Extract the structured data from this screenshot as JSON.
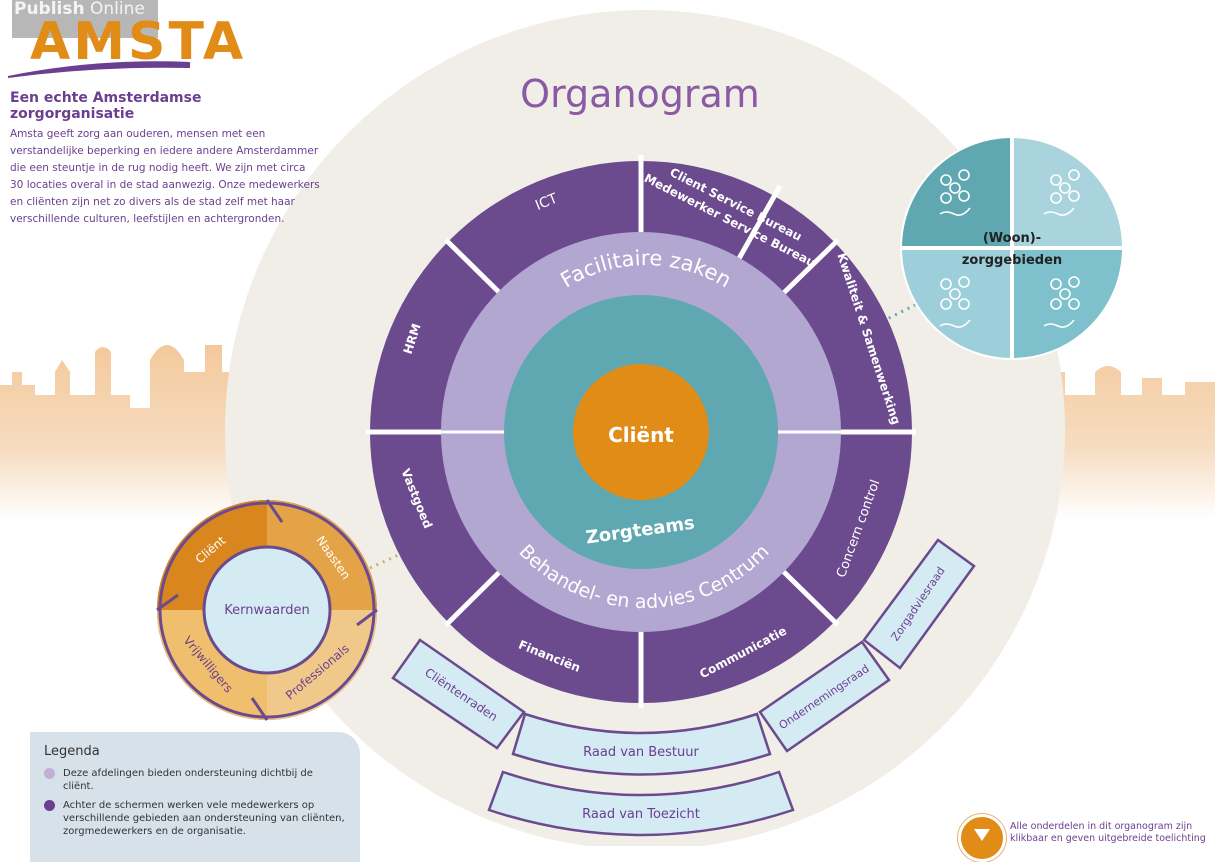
{
  "brand": {
    "publish_label_bold": "Publish",
    "publish_label_light": " Online",
    "logo": "AMSTA"
  },
  "intro": {
    "title": "Een echte Amsterdamse zorgorganisatie",
    "body": "Amsta geeft zorg aan ouderen, mensen met een verstandelijke beperking en iedere andere Amsterdammer die een steuntje in de rug nodig heeft. We zijn met circa 30 locaties overal in de stad aanwezig. Onze medewerkers en cliënten zijn net zo divers als de stad zelf met haar verschillende culturen, leefstijlen en achtergronden."
  },
  "title": "Organogram",
  "center": "Cliënt",
  "inner_ring": "Zorgteams",
  "middle_ring": {
    "top": "Facilitaire zaken",
    "bottom": "Behandel- en advies Centrum"
  },
  "outer_segments": {
    "ict": "ICT",
    "csb1": "Client Service Bureau",
    "csb2": "Medewerker Service Bureau",
    "kwaliteit": "Kwaliteit & Samenwerking",
    "concern": "Concern control",
    "communicatie": "Communicatie",
    "financien": "Financiën",
    "vastgoed": "Vastgoed",
    "hrm": "HRM"
  },
  "woon": {
    "line1": "(Woon)-",
    "line2": "zorggebieden"
  },
  "kern": {
    "center": "Kernwaarden",
    "client": "Cliënt",
    "naasten": "Naasten",
    "professionals": "Professionals",
    "vrijwilligers": "Vrijwilligers"
  },
  "boxes": {
    "clientenraden": "Cliëntenraden",
    "rvb": "Raad van Bestuur",
    "or": "Ondernemingsraad",
    "zorgadviesraad": "Zorgadviesraad",
    "rvt": "Raad van Toezicht"
  },
  "legend": {
    "title": "Legenda",
    "items": [
      {
        "text": "Deze afdelingen bieden ondersteuning dichtbij de cliënt.",
        "color": "#c3aed4"
      },
      {
        "text": "Achter de schermen werken vele medewerkers op verschillende gebieden aan ondersteuning van cliënten, zorgmedewerkers en de organisatie.",
        "color": "#6b3f8f"
      }
    ]
  },
  "footnote": "Alle onderdelen in dit organogram zijn klikbaar en geven uitgebreide toelichting",
  "colors": {
    "purple": "#6b4a8e",
    "lavender": "#b2a7d1",
    "teal": "#5fa8b1",
    "orange": "#e08c17",
    "lightblue": "#cfe6f0",
    "beige": "#f1eee8",
    "skyline": "#f3c99b"
  }
}
